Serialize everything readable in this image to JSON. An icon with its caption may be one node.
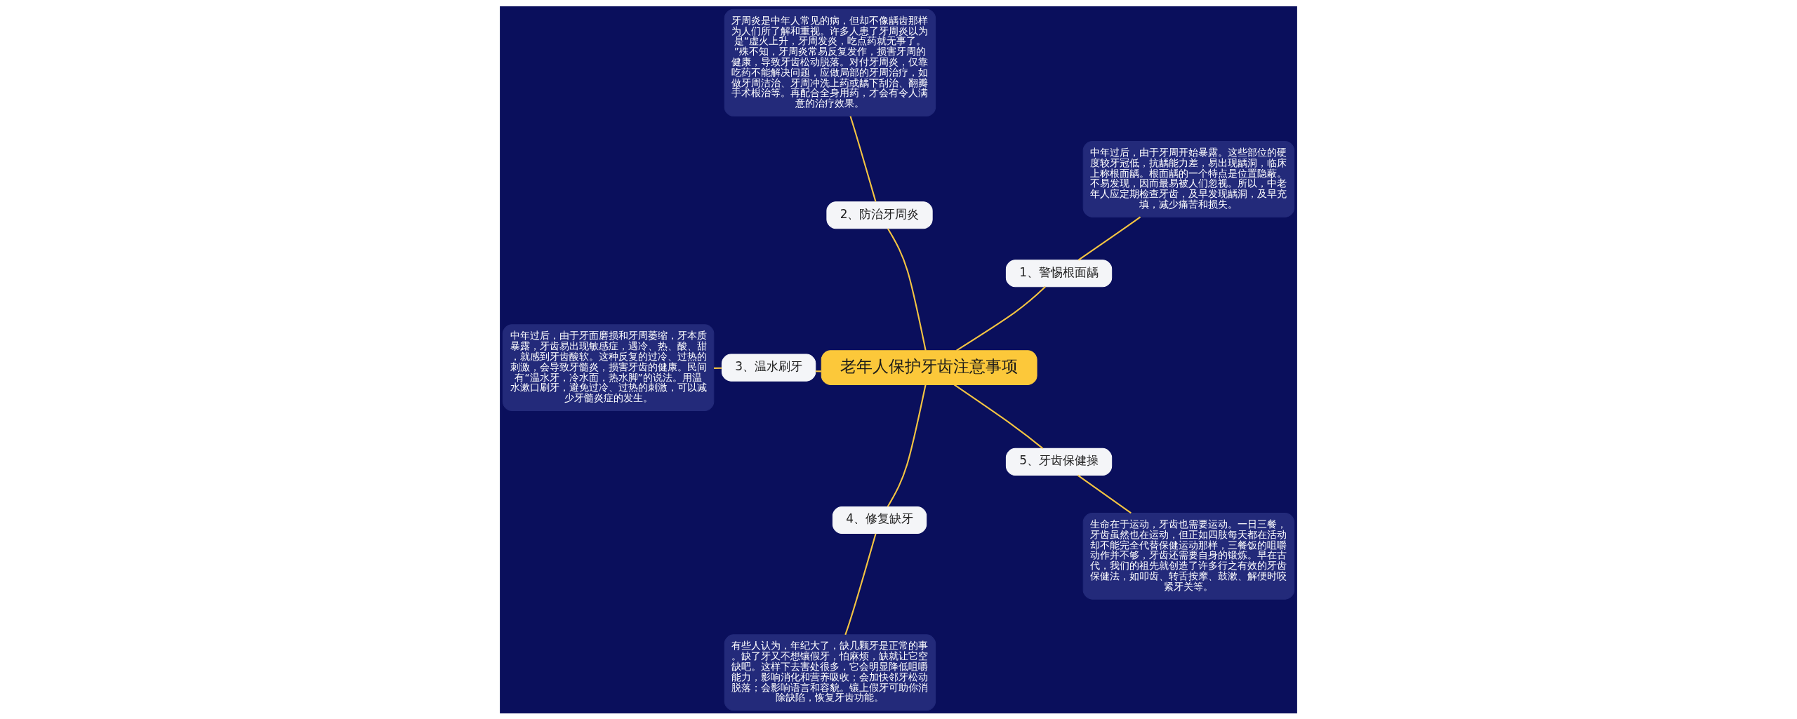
{
  "diagram": {
    "nodes": [
      {
        "text": [
          "老年人保护牙齿注意事项"
        ]
      },
      {
        "text": [
          "1、警惕根面龋"
        ]
      },
      {
        "text": [
          "中年过后，由于牙周开始暴露。这些部位的硬度较牙冠低，抗龋能力差，易出现龋洞，临床上称根面龋。根面龋的一个特点是位置隐蔽。不易发现，因而最易被人们忽视。所以，中老年人应定期检查牙齿，及早发现龋洞，及早充填，减少痛苦和损失。"
        ]
      },
      {
        "text": [
          "2、防治牙周炎"
        ]
      },
      {
        "text": [
          "牙周炎是中年人常见的病，但却不像龋齿那样为人们所了解和重视。许多人患了牙周炎以为是“虚火上升，牙周发炎，吃点药就无事了。”殊不知，牙周炎常易反复发作，损害牙周的健康，导致牙齿松动脱落。对付牙周炎，仅靠吃药不能解决问题，应做局部的牙周治疗，如做牙周洁治、牙周冲洗上药或龋下刮治、翻瓣手术根治等。再配合全身用药，才会有令人满意的治疗效果。"
        ]
      },
      {
        "text": [
          "3、温水刷牙"
        ]
      },
      {
        "text": [
          "中年过后，由于牙面磨损和牙周萎缩，牙本质暴露，牙齿易出现敏感症，遇冷、热、酸、甜，就感到牙齿酸软。这种反复的过冷、过热的刺激，会导致牙髓炎，损害牙齿的健康。民间有“温水牙，冷水面，热水脚”的说法。用温水漱口刷牙，避免过冷、过热的刺激，可以减少牙髓炎症的发生。"
        ]
      },
      {
        "text": [
          "4、修复缺牙"
        ]
      },
      {
        "text": [
          "有些人认为，年纪大了，缺几颗牙是正常的事。缺了牙又不想镶假牙，怕麻烦，缺就让它空缺吧。这样下去害处很多，它会明显降低咀嚼能力，影响消化和营养吸收；会加快邻牙松动脱落；会影响语言和容貌。镶上假牙可助你消除缺陷，恢复牙齿功能。"
        ]
      },
      {
        "text": [
          "5、牙齿保健操"
        ]
      },
      {
        "text": [
          "生命在于运动，牙齿也需要运动。一日三餐，牙齿虽然也在运动，但正如四肢每天都在活动却不能完全代替保健运动那样，三餐饭的咀嚼动作并不够，牙齿还需要自身的锻炼。早在古代，我们的祖先就创造了许多行之有效的牙齿保健法，如叩齿、转舌按摩、鼓漱、解便时咬紧牙关等。"
        ]
      }
    ],
    "edges": [
      {
        "from": 0,
        "to": 1,
        "arrow": "none"
      },
      {
        "from": 1,
        "to": 2,
        "arrow": "none"
      },
      {
        "from": 0,
        "to": 3,
        "arrow": "none"
      },
      {
        "from": 3,
        "to": 4,
        "arrow": "none"
      },
      {
        "from": 0,
        "to": 5,
        "arrow": "none"
      },
      {
        "from": 5,
        "to": 6,
        "arrow": "none"
      },
      {
        "from": 0,
        "to": 7,
        "arrow": "none"
      },
      {
        "from": 7,
        "to": 8,
        "arrow": "none"
      },
      {
        "from": 0,
        "to": 9,
        "arrow": "none"
      },
      {
        "from": 9,
        "to": 10,
        "arrow": "none"
      }
    ]
  }
}
